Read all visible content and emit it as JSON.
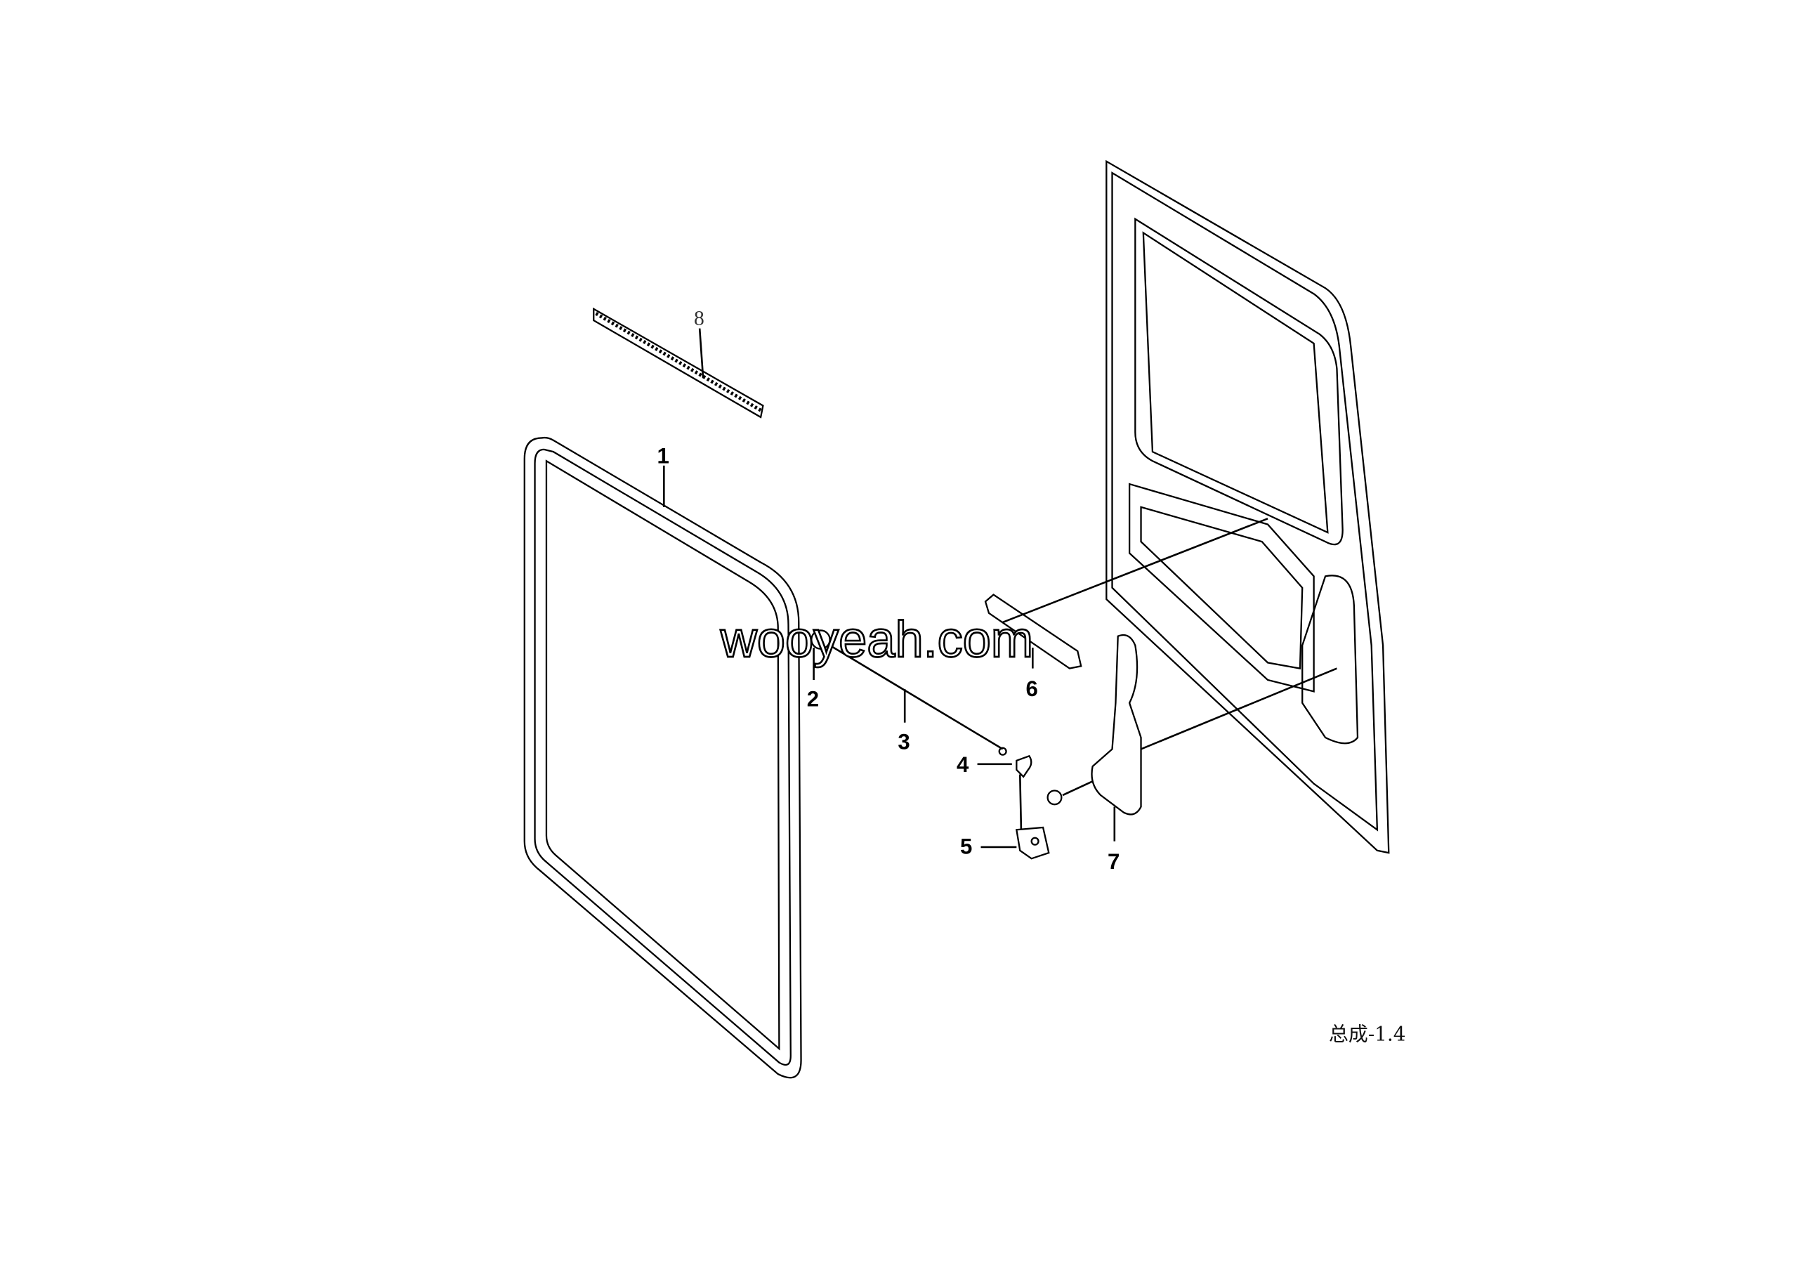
{
  "diagram": {
    "callouts": [
      {
        "id": "1",
        "label": "1"
      },
      {
        "id": "2",
        "label": "2"
      },
      {
        "id": "3",
        "label": "3"
      },
      {
        "id": "4",
        "label": "4"
      },
      {
        "id": "5",
        "label": "5"
      },
      {
        "id": "6",
        "label": "6"
      },
      {
        "id": "7",
        "label": "7"
      },
      {
        "id": "8",
        "label": "8"
      }
    ],
    "caption": "总成-1.4",
    "watermark": "wooyeah.com"
  }
}
